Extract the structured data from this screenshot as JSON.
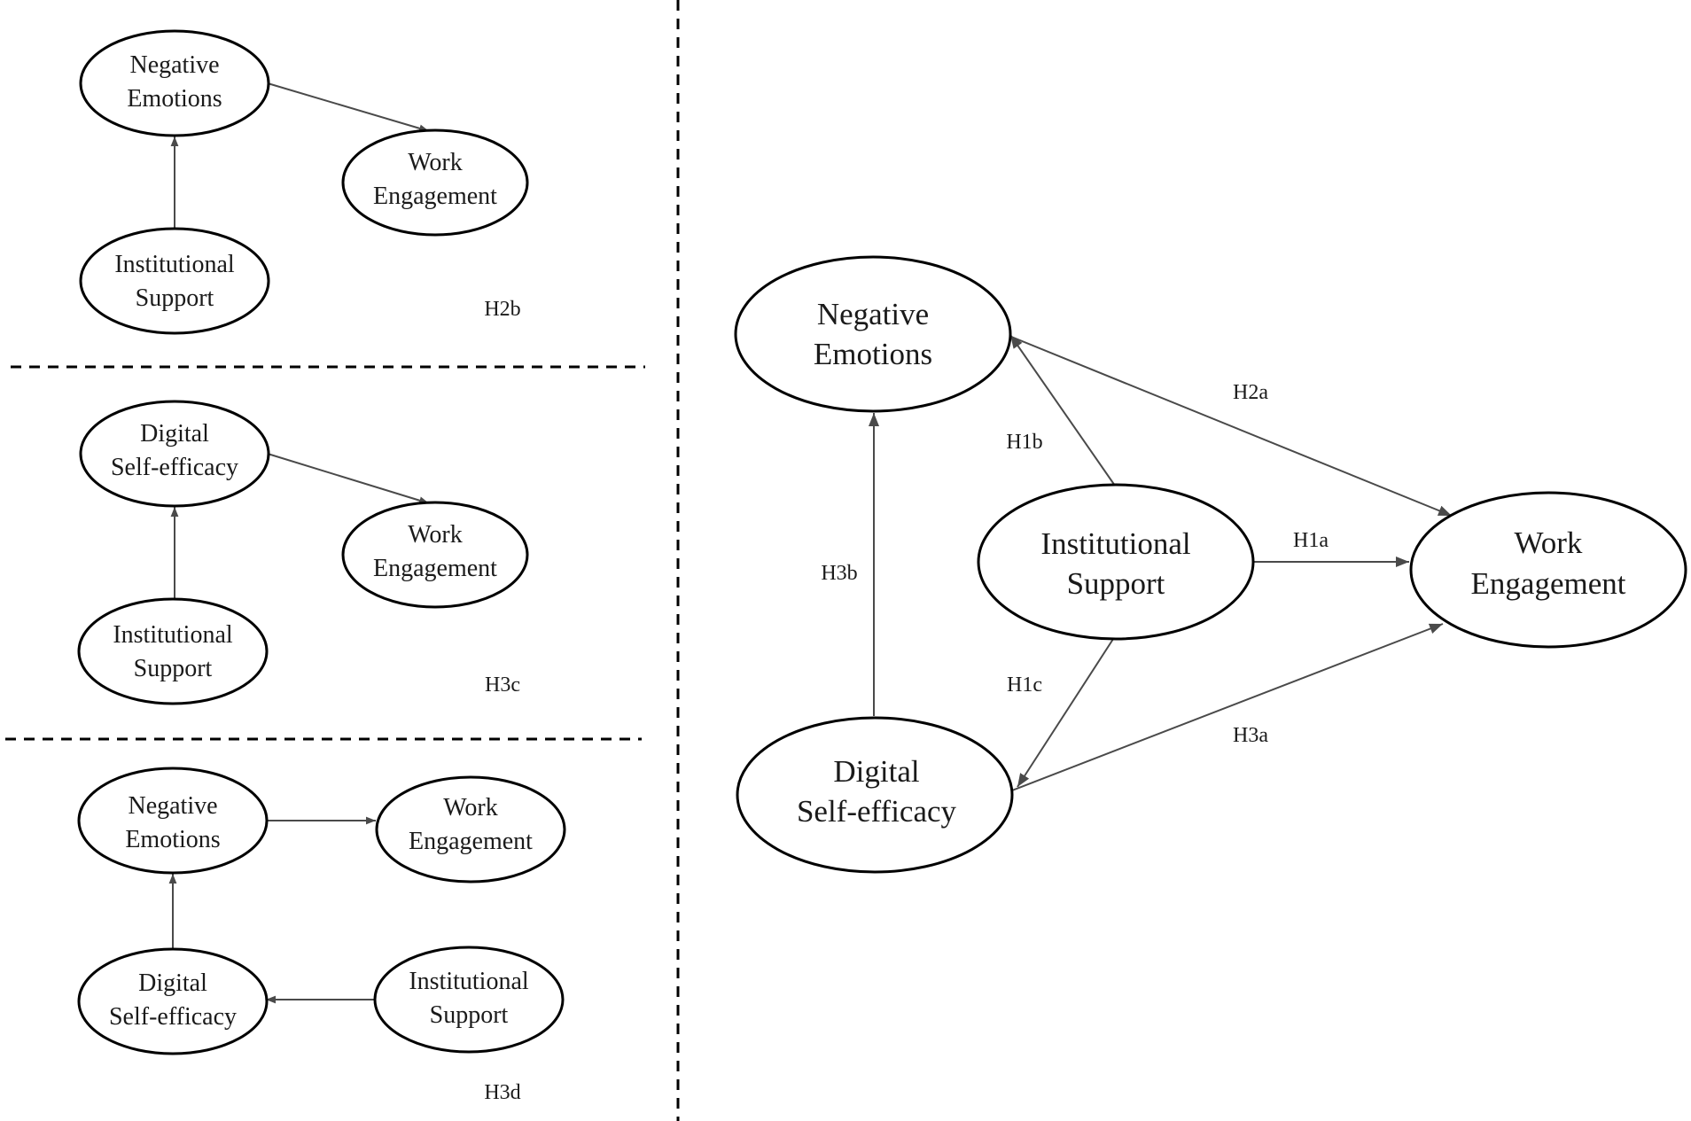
{
  "colors": {
    "stroke": "#000000",
    "edge": "#4a4a4a",
    "text": "#1a1a1a",
    "background": "#ffffff"
  },
  "panels": {
    "h2b": {
      "label": "H2b",
      "negative_emotions": [
        "Negative",
        "Emotions"
      ],
      "work_engagement": [
        "Work",
        "Engagement"
      ],
      "institutional_support": [
        "Institutional",
        "Support"
      ]
    },
    "h3c": {
      "label": "H3c",
      "digital_self_efficacy": [
        "Digital",
        "Self-efficacy"
      ],
      "work_engagement": [
        "Work",
        "Engagement"
      ],
      "institutional_support": [
        "Institutional",
        "Support"
      ]
    },
    "h3d": {
      "label": "H3d",
      "negative_emotions": [
        "Negative",
        "Emotions"
      ],
      "work_engagement": [
        "Work",
        "Engagement"
      ],
      "digital_self_efficacy": [
        "Digital",
        "Self-efficacy"
      ],
      "institutional_support": [
        "Institutional",
        "Support"
      ]
    },
    "main": {
      "negative_emotions": [
        "Negative",
        "Emotions"
      ],
      "institutional_support": [
        "Institutional",
        "Support"
      ],
      "work_engagement": [
        "Work",
        "Engagement"
      ],
      "digital_self_efficacy": [
        "Digital",
        "Self-efficacy"
      ],
      "hypotheses": {
        "h1a": "H1a",
        "h1b": "H1b",
        "h1c": "H1c",
        "h2a": "H2a",
        "h3a": "H3a",
        "h3b": "H3b"
      }
    }
  }
}
